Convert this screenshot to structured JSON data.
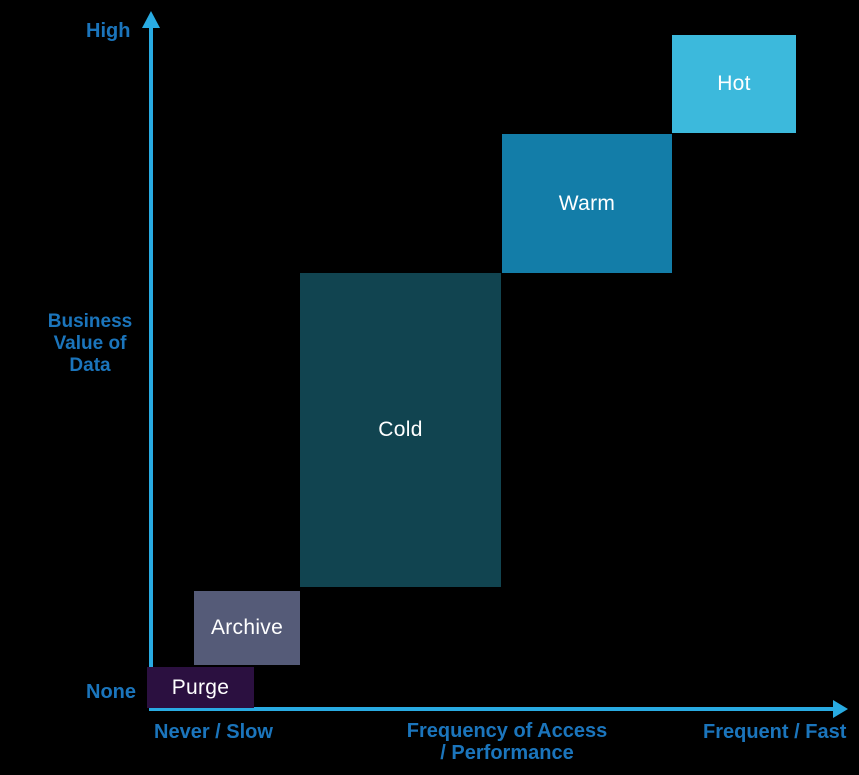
{
  "colors": {
    "background": "#000000",
    "axis": "#29abe2",
    "axis_text": "#1b75bc",
    "tier_text": "#ffffff"
  },
  "y_axis": {
    "top_label": "High",
    "bottom_label": "None",
    "title_line1": "Business",
    "title_line2": "Value of",
    "title_line3": "Data"
  },
  "x_axis": {
    "left_label": "Never / Slow",
    "title_line1": "Frequency of Access",
    "title_line2": "/ Performance",
    "right_label": "Frequent / Fast"
  },
  "tiers": [
    {
      "label": "Hot",
      "color": "#3cb9dc"
    },
    {
      "label": "Warm",
      "color": "#137da8"
    },
    {
      "label": "Cold",
      "color": "#114450"
    },
    {
      "label": "Archive",
      "color": "#555b78"
    },
    {
      "label": "Purge",
      "color": "#2b1040"
    }
  ]
}
